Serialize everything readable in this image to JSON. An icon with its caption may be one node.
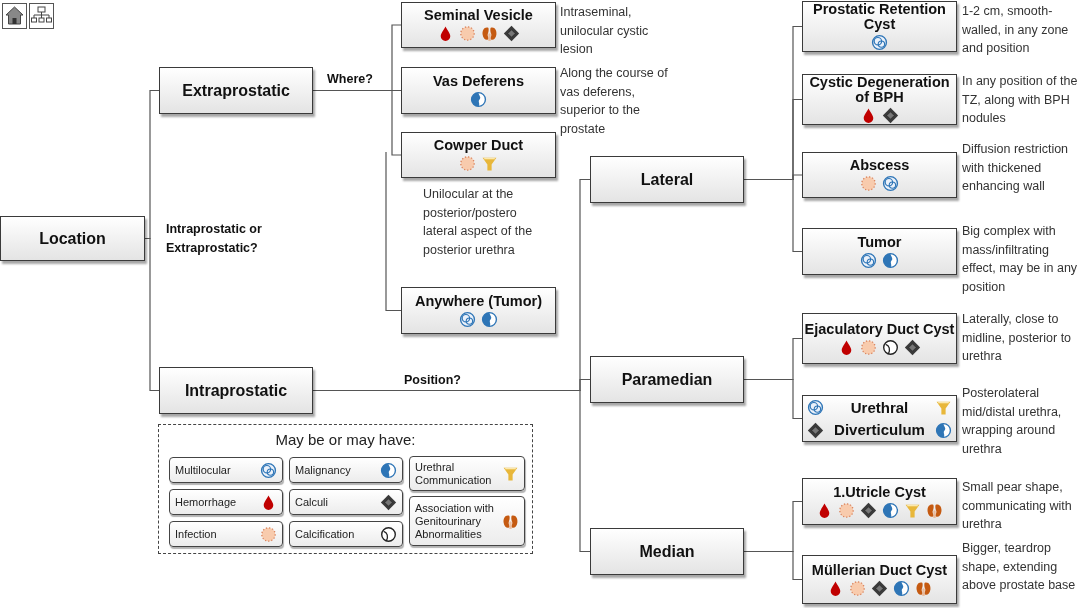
{
  "diagram": {
    "nodes": [
      {
        "text": [
          "Location"
        ]
      },
      {
        "text": [
          "Extraprostatic"
        ]
      },
      {
        "text": [
          "Intraprostatic"
        ]
      },
      {
        "text": [
          "Seminal Vesicle"
        ],
        "beside": [
          "Intraseminal, unilocular cystic lesion"
        ]
      },
      {
        "text": [
          "Vas Deferens"
        ],
        "beside": [
          "Along the course of vas deferens, superior to the prostate"
        ]
      },
      {
        "text": [
          "Cowper Duct"
        ],
        "beside": [
          "Unilocular at the posterior/postero lateral aspect of the posterior urethra"
        ]
      },
      {
        "text": [
          "Anywhere (Tumor)"
        ]
      },
      {
        "text": [
          "Lateral"
        ]
      },
      {
        "text": [
          "Paramedian"
        ]
      },
      {
        "text": [
          "Median"
        ]
      },
      {
        "text": [
          "Prostatic Retention Cyst"
        ],
        "beside": [
          "1-2 cm, smooth-walled, in any zone and position"
        ]
      },
      {
        "text": [
          "Cystic Degeneration of BPH"
        ],
        "beside": [
          "In any position of the TZ, along with BPH nodules"
        ]
      },
      {
        "text": [
          "Abscess"
        ],
        "beside": [
          "Diffusion restriction with thickened enhancing wall"
        ]
      },
      {
        "text": [
          "Tumor"
        ],
        "beside": [
          "Big complex with mass/infiltrating effect, may be in any position"
        ]
      },
      {
        "text": [
          "Ejaculatory Duct Cyst"
        ],
        "beside": [
          "Laterally, close to midline, posterior to urethra"
        ]
      },
      {
        "text": [
          "Urethral Diverticulum"
        ],
        "beside": [
          "Posterolateral mid/distal urethra, wrapping around urethra"
        ]
      },
      {
        "text": [
          "1.Utricle Cyst"
        ],
        "beside": [
          "Small pear shape, communicating with urethra"
        ]
      },
      {
        "text": [
          "Müllerian Duct Cyst"
        ],
        "beside": [
          "Bigger, teardrop shape, extending above prostate base"
        ]
      },
      {
        "text": [
          "May be or may have:"
        ]
      },
      {
        "text": [
          "Multilocular"
        ],
        "in": 18
      },
      {
        "text": [
          "Malignancy"
        ],
        "in": 18
      },
      {
        "text": [
          "Urethral Communication"
        ],
        "in": 18
      },
      {
        "text": [
          "Hemorrhage"
        ],
        "in": 18
      },
      {
        "text": [
          "Calculi"
        ],
        "in": 18
      },
      {
        "text": [
          "Association with Genitourinary Abnormalities"
        ],
        "in": 18
      },
      {
        "text": [
          "Infection"
        ],
        "in": 18
      },
      {
        "text": [
          "Calcification"
        ],
        "in": 18
      }
    ],
    "edges": [
      {
        "from": 0,
        "to": 1,
        "arrow": "none"
      },
      {
        "from": 0,
        "to": 2,
        "arrow": "none"
      },
      {
        "from": 1,
        "to": 3,
        "arrow": "none"
      },
      {
        "from": 1,
        "to": 4,
        "arrow": "none",
        "label": "Where?"
      },
      {
        "from": 1,
        "to": 5,
        "arrow": "none"
      },
      {
        "from": null,
        "to": 6,
        "arrow": "none"
      },
      {
        "from": 2,
        "to": 7,
        "arrow": "none"
      },
      {
        "from": 2,
        "to": 8,
        "arrow": "none",
        "label": "Position?"
      },
      {
        "from": 2,
        "to": 9,
        "arrow": "none"
      },
      {
        "from": 7,
        "to": 10,
        "arrow": "none"
      },
      {
        "from": 7,
        "to": 11,
        "arrow": "none"
      },
      {
        "from": 7,
        "to": 12,
        "arrow": "none"
      },
      {
        "from": 7,
        "to": 13,
        "arrow": "none"
      },
      {
        "from": 8,
        "to": 14,
        "arrow": "none"
      },
      {
        "from": 8,
        "to": 15,
        "arrow": "none"
      },
      {
        "from": 9,
        "to": 16,
        "arrow": "none"
      },
      {
        "from": 9,
        "to": 17,
        "arrow": "none"
      }
    ],
    "labels": [
      "Intraprostatic or Extraprostatic?"
    ]
  }
}
